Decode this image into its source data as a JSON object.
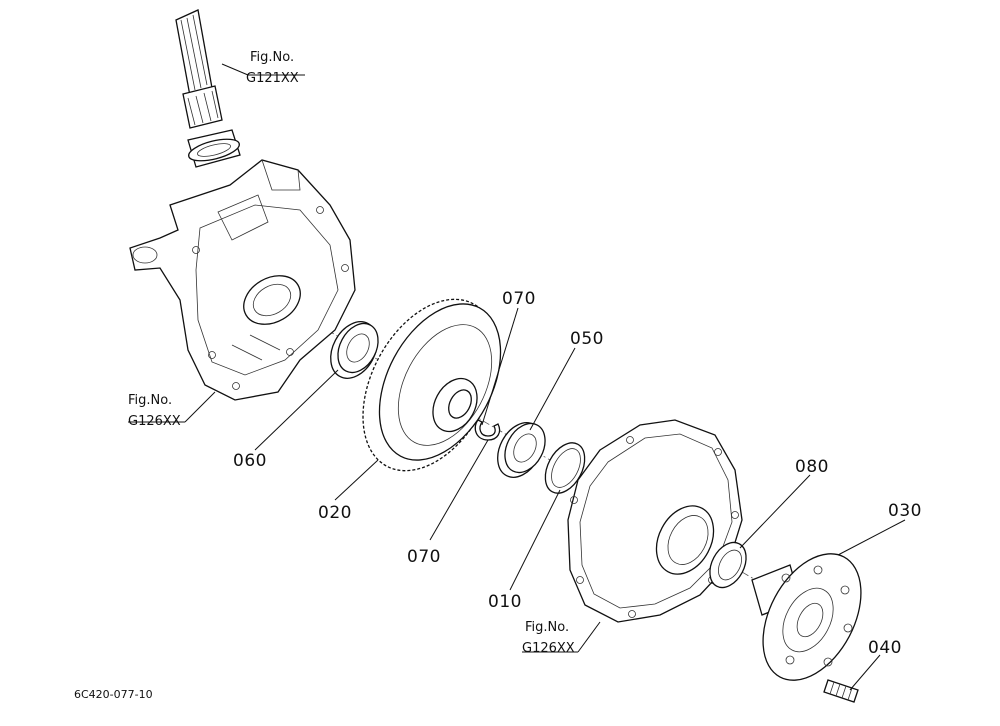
{
  "figure_code": "6C420-077-10",
  "references": [
    {
      "line1": "Fig.No.",
      "line2": "G121XX"
    },
    {
      "line1": "Fig.No.",
      "line2": "G126XX"
    },
    {
      "line1": "Fig.No.",
      "line2": "G126XX"
    }
  ],
  "callouts": [
    "060",
    "020",
    "070",
    "070",
    "050",
    "010",
    "080",
    "030",
    "040"
  ]
}
